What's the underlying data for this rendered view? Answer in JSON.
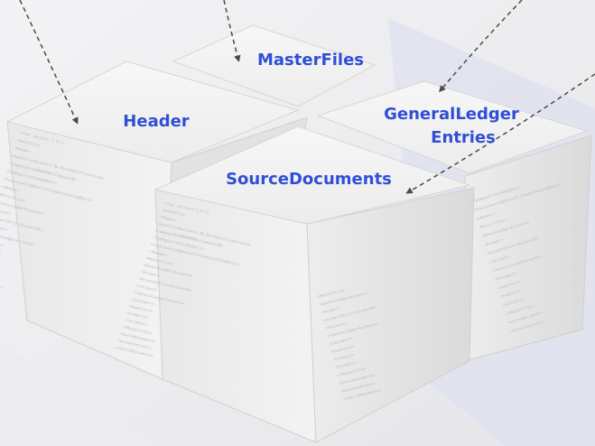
{
  "labels": {
    "masterfiles": "MasterFiles",
    "header": "Header",
    "general_ledger_line1": "GeneralLedger",
    "general_ledger_line2": "Entries",
    "source_documents": "SourceDocuments"
  },
  "code_lines": [
    "<?xml version=\"1.0\"?>",
    "<AuditFile>",
    "  <Header>",
    "    <AuditFileVersion>1.04_01</AuditFileVersion>",
    "    <CompanyID>500000000</CompanyID>",
    "    <TaxRegistrationNumber/>",
    "    <TaxAccountingBasis>F</TaxAccountingBasis>",
    "  </Header>",
    "  <MasterFiles>",
    "    <GeneralLedgerAccounts>",
    "      <Account>",
    "        <AccountID>11</AccountID>",
    "      </Account>",
    "    </GeneralLedgerAccounts>",
    "    <Customer/>",
    "    <Supplier/>",
    "    <Product/>",
    "    <TaxTable/>",
    "  </MasterFiles>",
    "  <SourceDocuments>",
    "    <SalesInvoices/>",
    "  </SourceDocuments>"
  ],
  "colors": {
    "label": "#2f4fd6",
    "accent_band": "#dfe1ef",
    "arrow": "#4a4a4a"
  }
}
